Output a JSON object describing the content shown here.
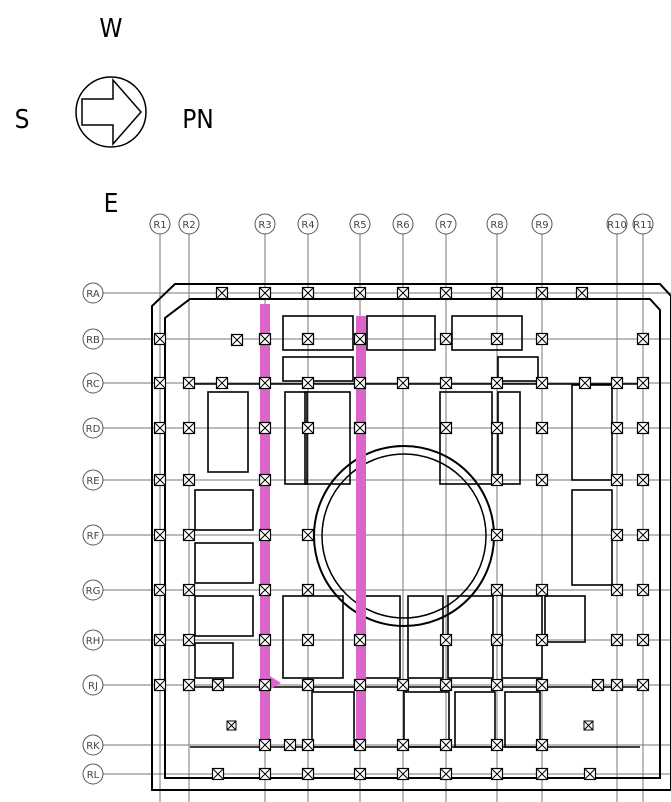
{
  "compass": {
    "top": "W",
    "left": "S",
    "right": "PN",
    "bottom": "E"
  },
  "grid_columns": [
    "R1",
    "R2",
    "R3",
    "R4",
    "R5",
    "R6",
    "R7",
    "R8",
    "R9",
    "R10",
    "R11"
  ],
  "grid_rows": [
    "RA",
    "RB",
    "RC",
    "RD",
    "RE",
    "RF",
    "RG",
    "RH",
    "RJ",
    "RK",
    "RL"
  ],
  "highlight_color": "#d966c8"
}
